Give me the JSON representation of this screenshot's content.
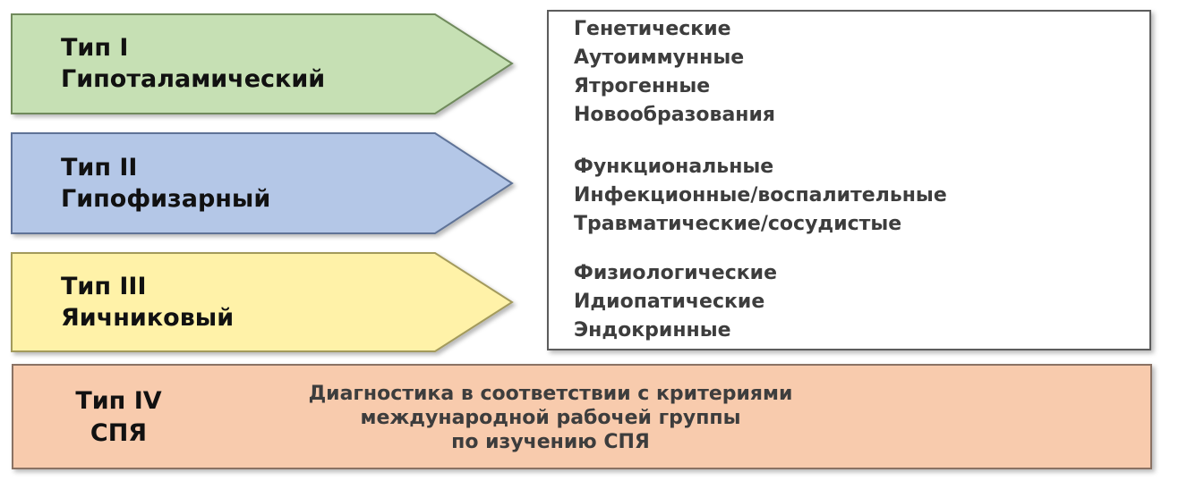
{
  "types": [
    {
      "number": "Тип I",
      "name": "Гипоталамический",
      "color": "#c6e0b4",
      "causes": [
        "Генетические",
        "Аутоиммунные",
        "Ятрогенные",
        "Новообразования"
      ]
    },
    {
      "number": "Тип II",
      "name": "Гипофизарный",
      "color": "#b4c7e7",
      "causes": [
        "Функциональные",
        "Инфекционные/воспалительные",
        "Травматические/сосудистые"
      ]
    },
    {
      "number": "Тип III",
      "name": "Яичниковый",
      "color": "#fff2a8",
      "causes": [
        "Физиологические",
        "Идиопатические",
        "Эндокринные"
      ]
    }
  ],
  "type4": {
    "number": "Тип IV",
    "name": "СПЯ",
    "color": "#f8cbad",
    "description_lines": [
      "Диагностика в соответствии с критериями",
      "международной рабочей группы",
      "по изучению СПЯ"
    ]
  }
}
